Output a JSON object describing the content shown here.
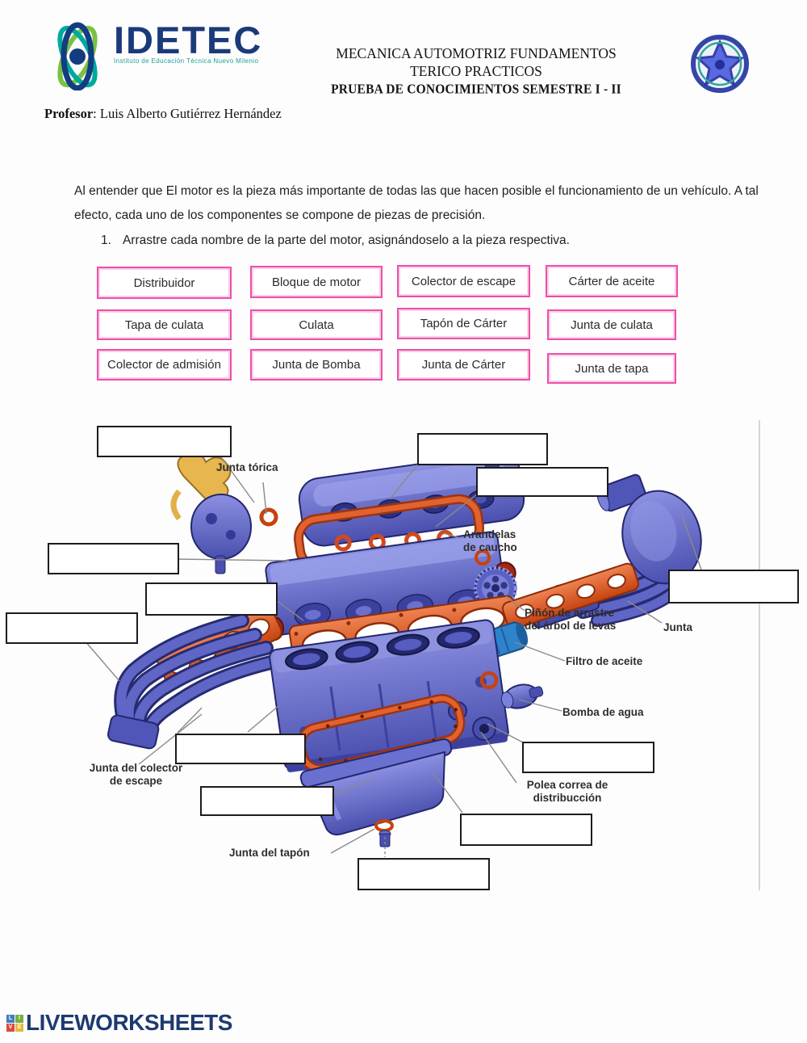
{
  "header": {
    "logo": {
      "brand": "IDETEC",
      "subtitle": "Instituto de Educación Técnica Nuevo Milenio"
    },
    "title_line1": "MECANICA AUTOMOTRIZ FUNDAMENTOS",
    "title_line2": "TERICO PRACTICOS",
    "title_line3": "PRUEBA DE CONOCIMIENTOS SEMESTRE I - II",
    "professor_label": "Profesor",
    "professor_value": ": Luis Alberto Gutiérrez Hernández"
  },
  "intro": {
    "paragraph": "Al entender que El motor es la pieza más importante de todas las que hacen posible el funcionamiento de un vehículo. A tal efecto, cada uno de los componentes se compone de piezas de precisión.",
    "instruction_number": "1.",
    "instruction_text": "Arrastre cada nombre de la parte del motor, asignándoselo a la pieza respectiva."
  },
  "word_bank": {
    "accent_color": "#ee4fa8",
    "items": [
      "Distribuidor",
      "Bloque de motor",
      "Colector de escape",
      "Cárter de aceite",
      "Tapa de culata",
      "Culata",
      "Tapón de Cárter",
      "Junta de culata",
      "Colector de admisión",
      "Junta de Bomba",
      "Junta de Cárter",
      "Junta de tapa"
    ]
  },
  "diagram": {
    "answer_slot_count": 12,
    "part_labels": [
      "Junta tórica",
      "Arandelas\nde caucho",
      "Piñón de arrastre\ndel árbol de levas",
      "Junta",
      "Filtro de aceite",
      "Bomba de agua",
      "Junta del colector\nde escape",
      "Polea correa de\ndistribucción",
      "Junta del tapón"
    ],
    "colors": {
      "engine_blue": "#5f65c6",
      "gasket_orange": "#d8511f",
      "filter_blue": "#3f8fd6",
      "distributor_yellow": "#e2b04a"
    }
  },
  "footer": {
    "brand": "LIVEWORKSHEETS",
    "tiles": [
      {
        "letter": "L",
        "color": "#3f7fc1"
      },
      {
        "letter": "I",
        "color": "#72b043"
      },
      {
        "letter": "V",
        "color": "#d94a3d"
      },
      {
        "letter": "E",
        "color": "#e5b93c"
      }
    ]
  }
}
